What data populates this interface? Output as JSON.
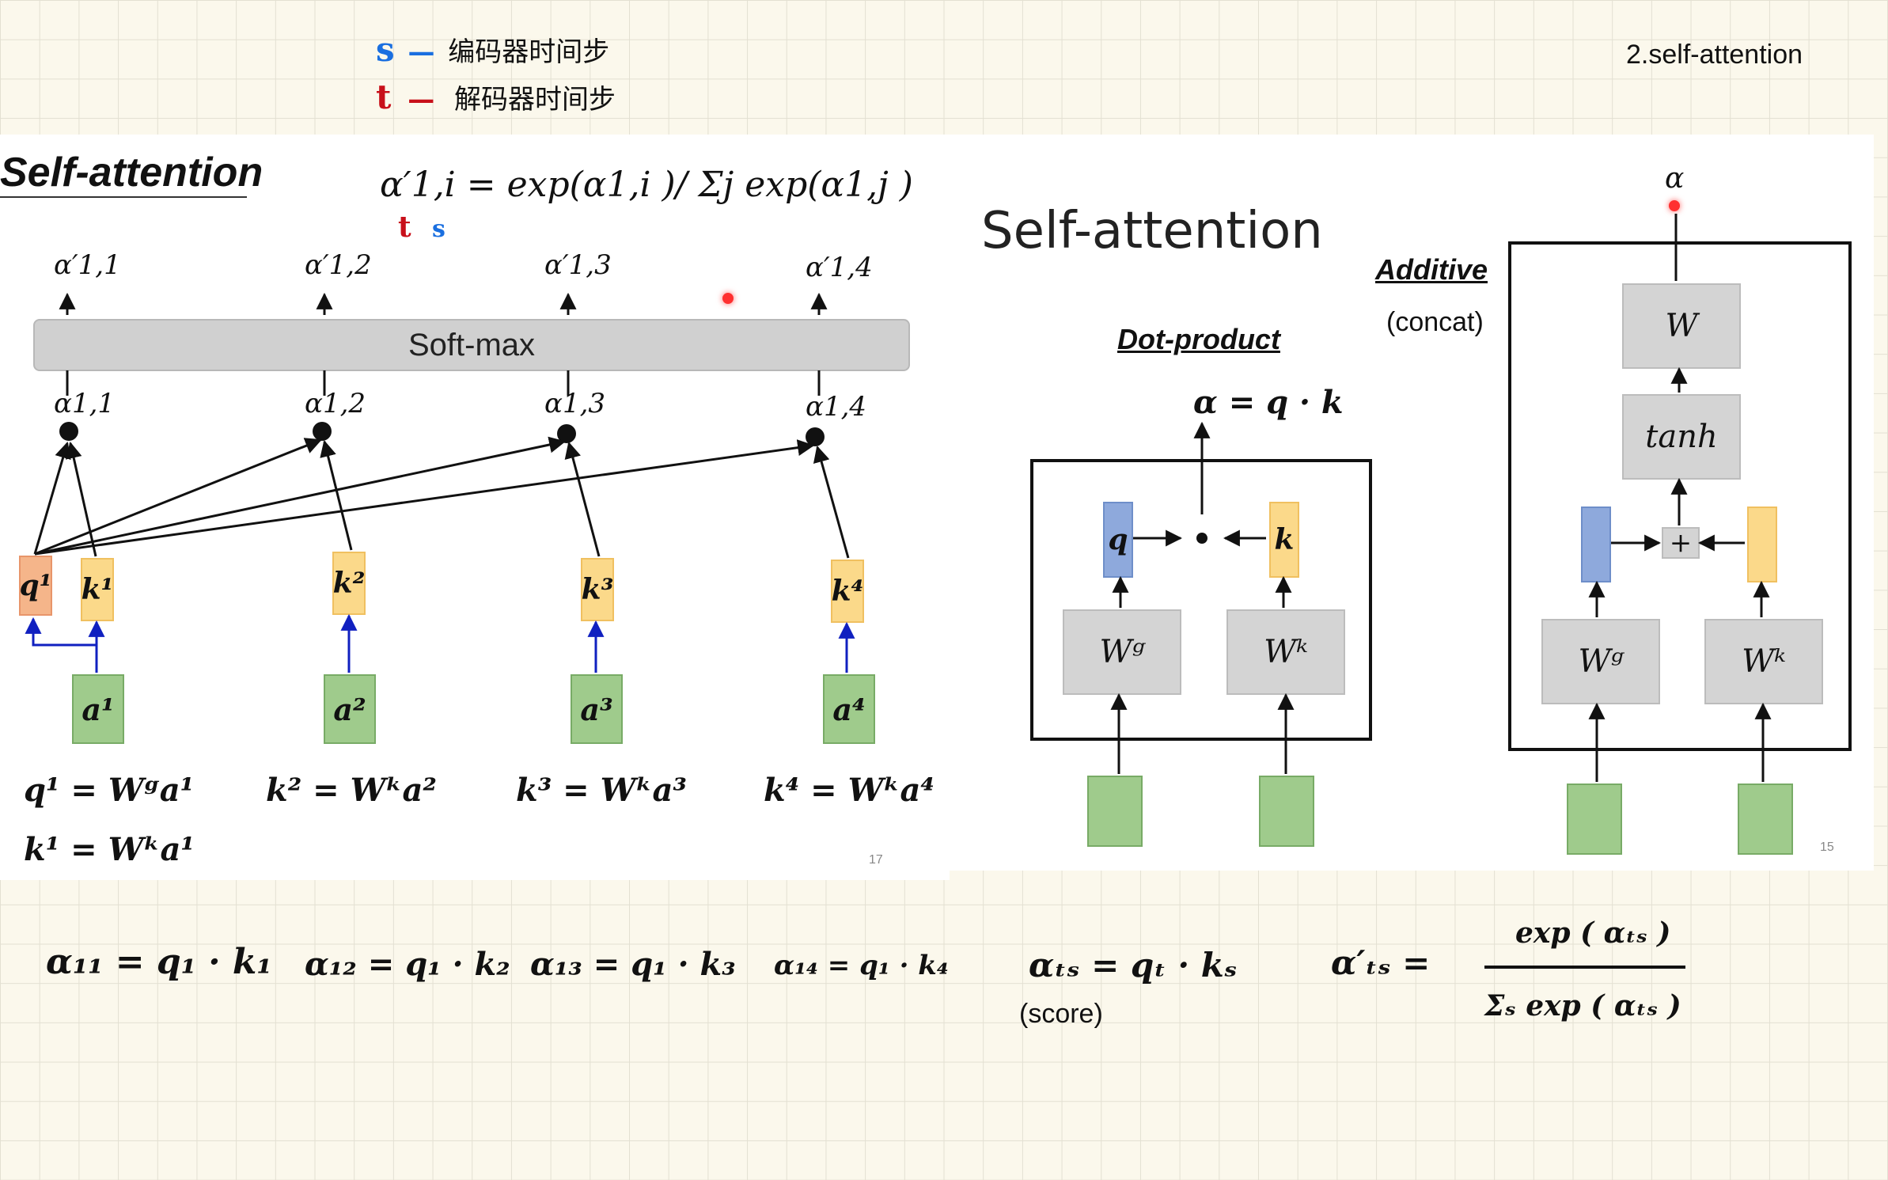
{
  "legend": {
    "s_symbol": "s",
    "s_dash": "—",
    "s_text": "编码器时间步",
    "t_symbol": "t",
    "t_dash": "—",
    "t_text": "解码器时间步",
    "s_color": "#1a6fe0",
    "t_color": "#c8101a"
  },
  "top_right_label": "2.self-attention",
  "left_slide": {
    "title": "Self-attention",
    "formula_main": "α′1,i = exp(α1,i )/ Σj exp(α1,j )",
    "formula_t": "t",
    "formula_s": "s",
    "outputs": [
      "α′1,1",
      "α′1,2",
      "α′1,3",
      "α′1,4"
    ],
    "softmax_label": "Soft-max",
    "scores": [
      "α1,1",
      "α1,2",
      "α1,3",
      "α1,4"
    ],
    "q_label": "q¹",
    "k_labels": [
      "k¹",
      "k²",
      "k³",
      "k⁴"
    ],
    "a_labels": [
      "a¹",
      "a²",
      "a³",
      "a⁴"
    ],
    "eq1": "q¹ = Wᵍa¹",
    "eq1b": "k¹ = Wᵏa¹",
    "eq2": "k² = Wᵏa²",
    "eq3": "k³ = Wᵏa³",
    "eq4": "k⁴ = Wᵏa⁴",
    "page": "17"
  },
  "right_slide": {
    "title": "Self-attention",
    "dot_label": "Dot-product",
    "dot_formula": "α  = q · k",
    "dot_q": "q",
    "dot_k": "k",
    "dot_wq": "Wᵍ",
    "dot_wk": "Wᵏ",
    "additive_label": "Additive",
    "concat_label": "(concat)",
    "add_alpha": "α",
    "add_w": "W",
    "add_tanh": "tanh",
    "add_plus": "+",
    "add_wq": "Wᵍ",
    "add_wk": "Wᵏ",
    "page": "15"
  },
  "handwriting": {
    "h1": "α₁₁ = q₁ · k₁",
    "h2": "α₁₂ = q₁ · k₂",
    "h3": "α₁₃ = q₁ · k₃",
    "h4": "α₁₄ = q₁ · k₄",
    "h5": "αₜₛ = qₜ · kₛ",
    "score": "(score)",
    "h6_lhs": "α′ₜₛ  =",
    "h6_num": "exp ( αₜₛ )",
    "h6_den": "Σₛ  exp ( αₜₛ )"
  }
}
